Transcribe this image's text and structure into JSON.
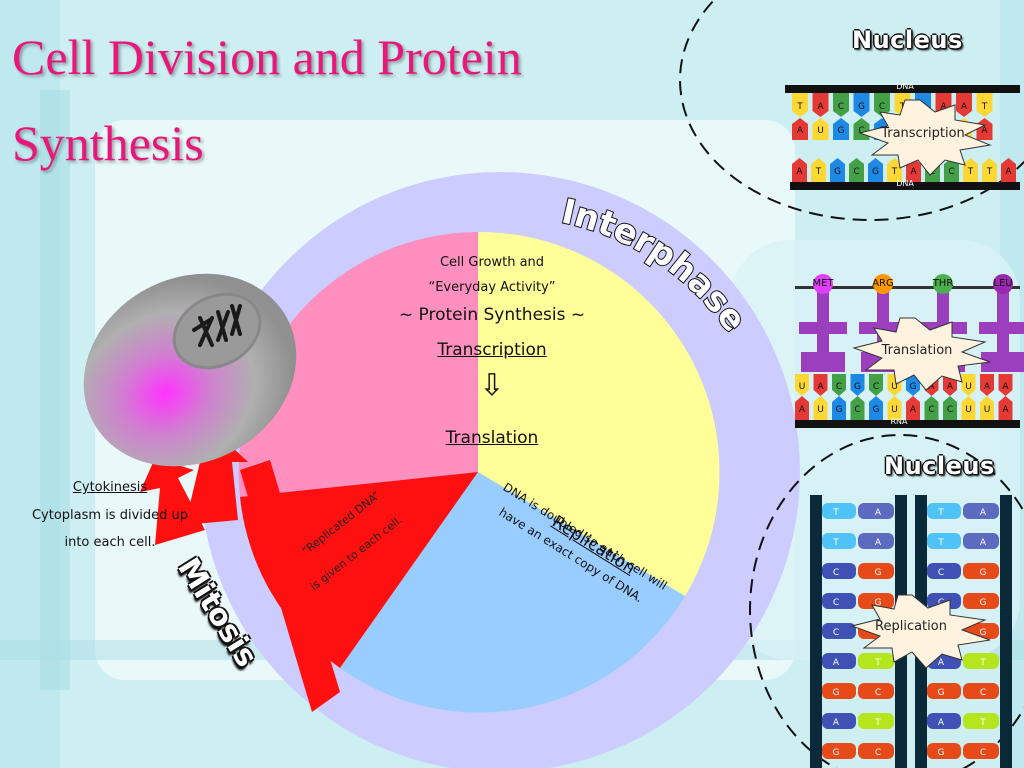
{
  "title": "Cell Division and Protein Synthesis",
  "interphase": {
    "label": "Interphase",
    "growth_line1": "Cell Growth and",
    "growth_line2": "“Everyday Activity”",
    "protein_synthesis": "~ Protein Synthesis ~",
    "transcription": "Transcription",
    "arrow": "⇩",
    "translation": "Translation"
  },
  "replication": {
    "heading": "Replication",
    "body_line1": "DNA is doubled so each cell will",
    "body_line2": "have an exact copy of DNA."
  },
  "mitosis": {
    "label": "Mitosis",
    "body_line1": "“Replicated DNA”",
    "body_line2": "is given to each cell."
  },
  "cytokinesis": {
    "heading": "Cytokinesis",
    "body_line1": "Cytoplasm is divided up",
    "body_line2": "into each cell."
  },
  "panel_transcription": {
    "nucleus": "Nucleus",
    "dna_top": "DNA",
    "dna_bottom": "DNA",
    "burst": "Transcription",
    "top_bases": [
      "T",
      "A",
      "C",
      "G",
      "C",
      "T",
      "G",
      "A",
      "A",
      "T"
    ],
    "mid_bases": [
      "A",
      "U",
      "G",
      "C",
      "G",
      "A",
      "C",
      "U",
      "U",
      "A"
    ],
    "bottom_bases": [
      "A",
      "T",
      "G",
      "C",
      "G",
      "T",
      "A",
      "C",
      "C",
      "T",
      "T",
      "A"
    ]
  },
  "panel_translation": {
    "burst": "Translation",
    "amino_acids": [
      "MET",
      "ARG",
      "THR",
      "LEU"
    ],
    "rna": "RNA",
    "top_bases": [
      "U",
      "A",
      "C",
      "G",
      "C",
      "U",
      "G",
      "A",
      "A",
      "U",
      "A",
      "A"
    ],
    "bottom_bases": [
      "A",
      "U",
      "G",
      "C",
      "G",
      "U",
      "A",
      "C",
      "C",
      "U",
      "U",
      "A"
    ]
  },
  "panel_replication": {
    "nucleus": "Nucleus",
    "burst": "Replication",
    "pairs": [
      [
        "T",
        "A"
      ],
      [
        "T",
        "A"
      ],
      [
        "C",
        "G"
      ],
      [
        "C",
        "G"
      ],
      [
        "C",
        "G"
      ],
      [
        "A",
        "T"
      ],
      [
        "G",
        "C"
      ],
      [
        "A",
        "T"
      ],
      [
        "G",
        "C"
      ]
    ]
  },
  "colors": {
    "title": "#e8187a",
    "pink": "#ff8fbf",
    "yellow": "#ffff99",
    "blue": "#99ccff",
    "red": "#ff1010",
    "lavender": "#ccccff"
  }
}
